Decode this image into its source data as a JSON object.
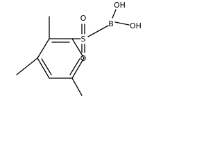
{
  "molecule": {
    "atoms": {
      "sulfur": "S",
      "oxygen_top": "O",
      "oxygen_bottom": "O",
      "boron": "B",
      "hydroxyl_top": "OH",
      "hydroxyl_right": "OH"
    }
  }
}
